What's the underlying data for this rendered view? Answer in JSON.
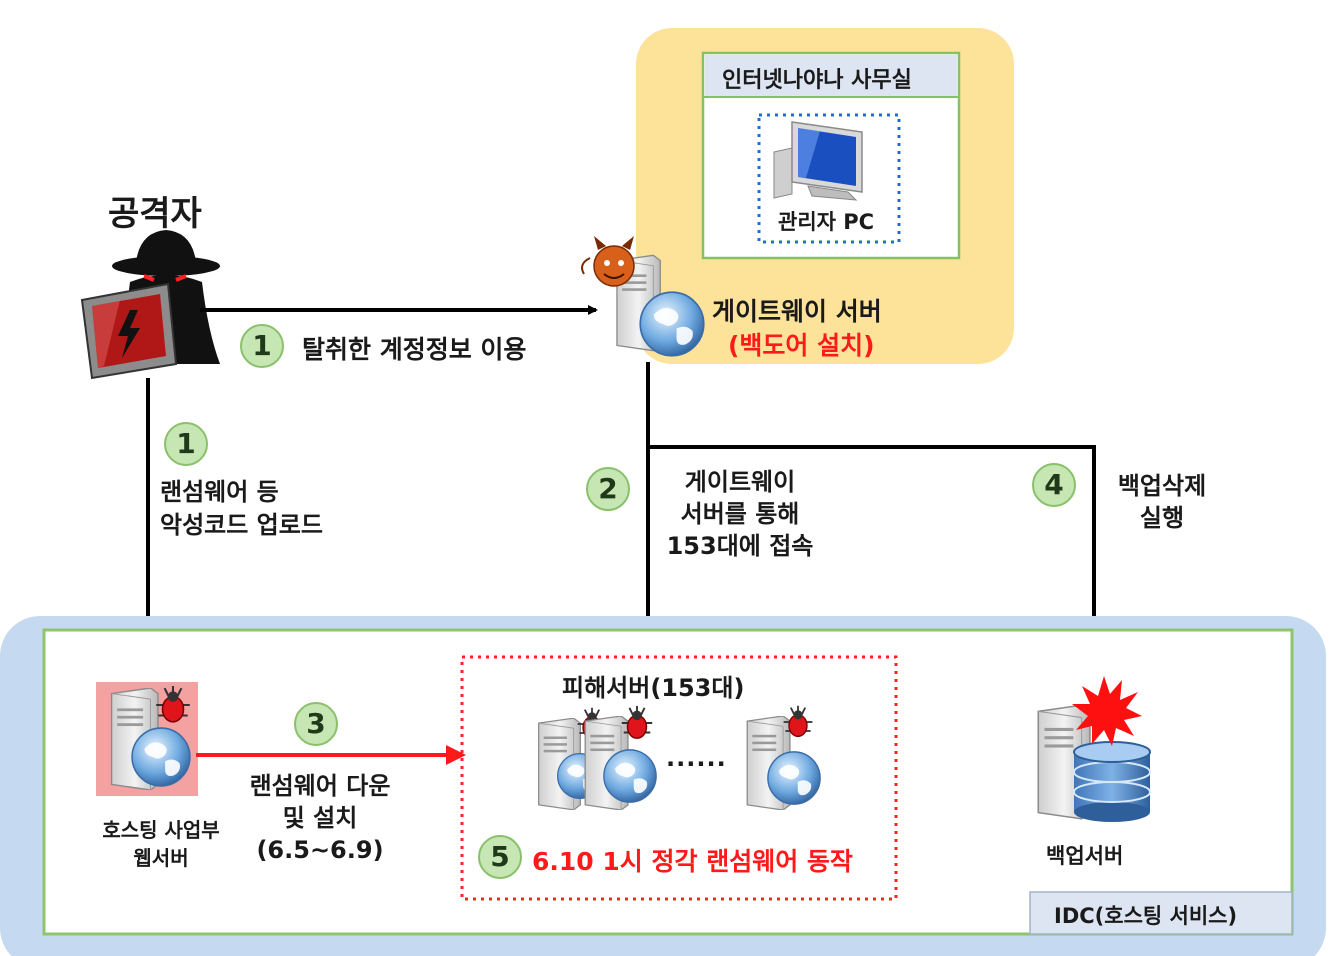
{
  "attacker": {
    "label": "공격자"
  },
  "office": {
    "title": "인터넷나야나 사무실",
    "pc_label": "관리자 PC"
  },
  "gateway": {
    "name": "게이트웨이 서버",
    "note": "(백도어 설치)"
  },
  "steps": [
    {
      "num": "1",
      "text": "탈취한 계정정보 이용"
    },
    {
      "num": "1",
      "line1": "랜섬웨어 등",
      "line2": "악성코드 업로드"
    },
    {
      "num": "2",
      "line1": "게이트웨이",
      "line2": "서버를 통해",
      "line3": "153대에 접속"
    },
    {
      "num": "4",
      "line1": "백업삭제",
      "line2": "실행"
    },
    {
      "num": "3",
      "line1": "랜섬웨어 다운",
      "line2": "및 설치",
      "line3": "(6.5~6.9)"
    },
    {
      "num": "5",
      "text": "6.10 1시 정각 랜섬웨어 동작"
    }
  ],
  "idc": {
    "label": "IDC(호스팅 서비스)",
    "web_server": {
      "line1": "호스팅 사업부",
      "line2": "웹서버"
    },
    "victims": {
      "title": "피해서버(153대)",
      "ellipsis": "......"
    },
    "backup": {
      "label": "백업서버"
    }
  },
  "colors": {
    "office_bg": "#fde29a",
    "idc_bg": "#c5daf0",
    "green_border": "#8cc56b",
    "step_fill": "#c6e6b4",
    "alert_red": "#ff1a1a"
  }
}
